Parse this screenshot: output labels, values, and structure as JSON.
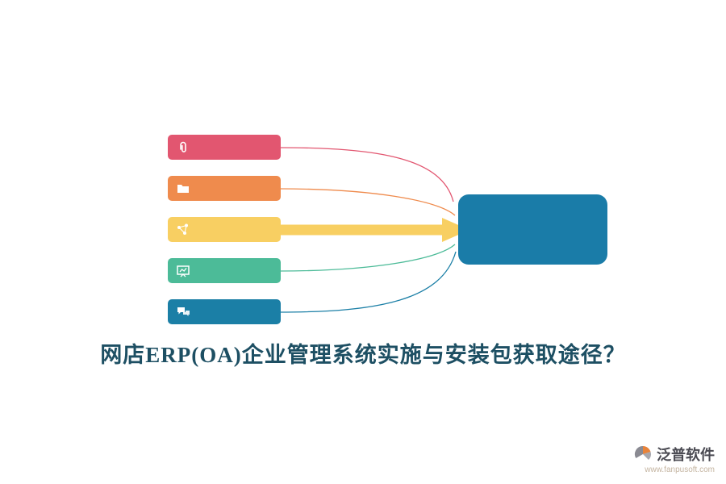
{
  "title": {
    "text": "网店ERP(OA)企业管理系统实施与安装包获取途径？",
    "color": "#1d4f63"
  },
  "diagram": {
    "target": {
      "color": "#1a7ca8"
    },
    "items": [
      {
        "icon": "paperclip-icon",
        "color": "#e25670",
        "connector": "thin-curve"
      },
      {
        "icon": "folder-icon",
        "color": "#ef8b4d",
        "connector": "thin-curve"
      },
      {
        "icon": "network-icon",
        "color": "#f8cf62",
        "connector": "thick-arrow"
      },
      {
        "icon": "presentation-icon",
        "color": "#4cbb98",
        "connector": "thin-curve"
      },
      {
        "icon": "chat-icon",
        "color": "#1b7fa6",
        "connector": "thin-curve"
      }
    ]
  },
  "footer": {
    "brand": "泛普软件",
    "url": "www.fanpusoft.com",
    "brand_color": "#4a4a52",
    "url_color": "#c4b4a0",
    "logo_primary": "#e8833a",
    "logo_secondary": "#8a8a92"
  }
}
